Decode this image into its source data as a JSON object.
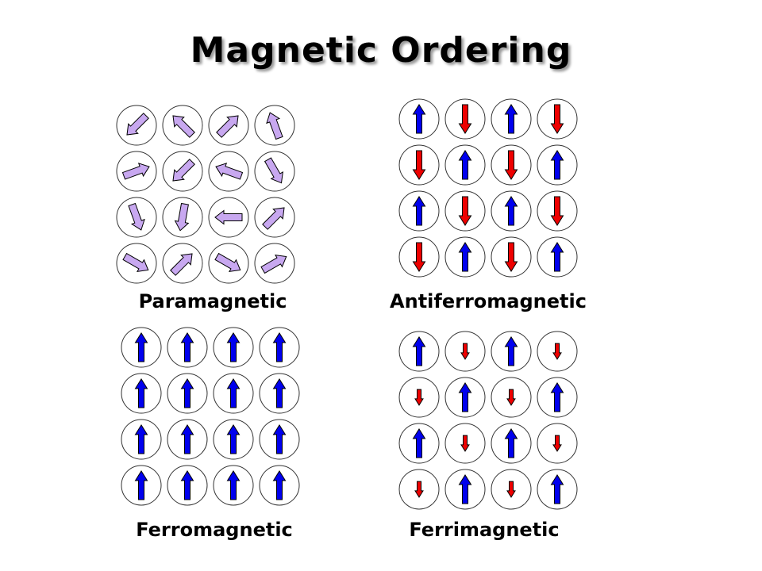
{
  "title": "Magnetic Ordering",
  "colors": {
    "paramagnetic_arrow": "#c8a8f0",
    "spin_up": "#0000ee",
    "spin_down": "#ee0000",
    "circle_stroke": "#333333",
    "arrow_stroke": "#000000"
  },
  "panels": [
    {
      "id": "para",
      "label": "Paramagnetic",
      "arrow_style": "paramagnetic",
      "angles_deg": [
        [
          225,
          135,
          45,
          110
        ],
        [
          20,
          225,
          160,
          300
        ],
        [
          290,
          260,
          180,
          45
        ],
        [
          330,
          45,
          330,
          30
        ]
      ]
    },
    {
      "id": "anti",
      "label": "Antiferromagnetic",
      "arrow_style": "spin",
      "spins": [
        [
          "up",
          "down",
          "up",
          "down"
        ],
        [
          "down",
          "up",
          "down",
          "up"
        ],
        [
          "up",
          "down",
          "up",
          "down"
        ],
        [
          "down",
          "up",
          "down",
          "up"
        ]
      ],
      "moment_magnitude": [
        [
          1,
          1,
          1,
          1
        ],
        [
          1,
          1,
          1,
          1
        ],
        [
          1,
          1,
          1,
          1
        ],
        [
          1,
          1,
          1,
          1
        ]
      ]
    },
    {
      "id": "ferro",
      "label": "Ferromagnetic",
      "arrow_style": "spin",
      "spins": [
        [
          "up",
          "up",
          "up",
          "up"
        ],
        [
          "up",
          "up",
          "up",
          "up"
        ],
        [
          "up",
          "up",
          "up",
          "up"
        ],
        [
          "up",
          "up",
          "up",
          "up"
        ]
      ],
      "moment_magnitude": [
        [
          1,
          1,
          1,
          1
        ],
        [
          1,
          1,
          1,
          1
        ],
        [
          1,
          1,
          1,
          1
        ],
        [
          1,
          1,
          1,
          1
        ]
      ]
    },
    {
      "id": "ferri",
      "label": "Ferrimagnetic",
      "arrow_style": "spin",
      "spins": [
        [
          "up",
          "down",
          "up",
          "down"
        ],
        [
          "down",
          "up",
          "down",
          "up"
        ],
        [
          "up",
          "down",
          "up",
          "down"
        ],
        [
          "down",
          "up",
          "down",
          "up"
        ]
      ],
      "moment_magnitude": [
        [
          1,
          0.55,
          1,
          0.55
        ],
        [
          0.55,
          1,
          0.55,
          1
        ],
        [
          1,
          0.55,
          1,
          0.55
        ],
        [
          0.55,
          1,
          0.55,
          1
        ]
      ]
    }
  ]
}
